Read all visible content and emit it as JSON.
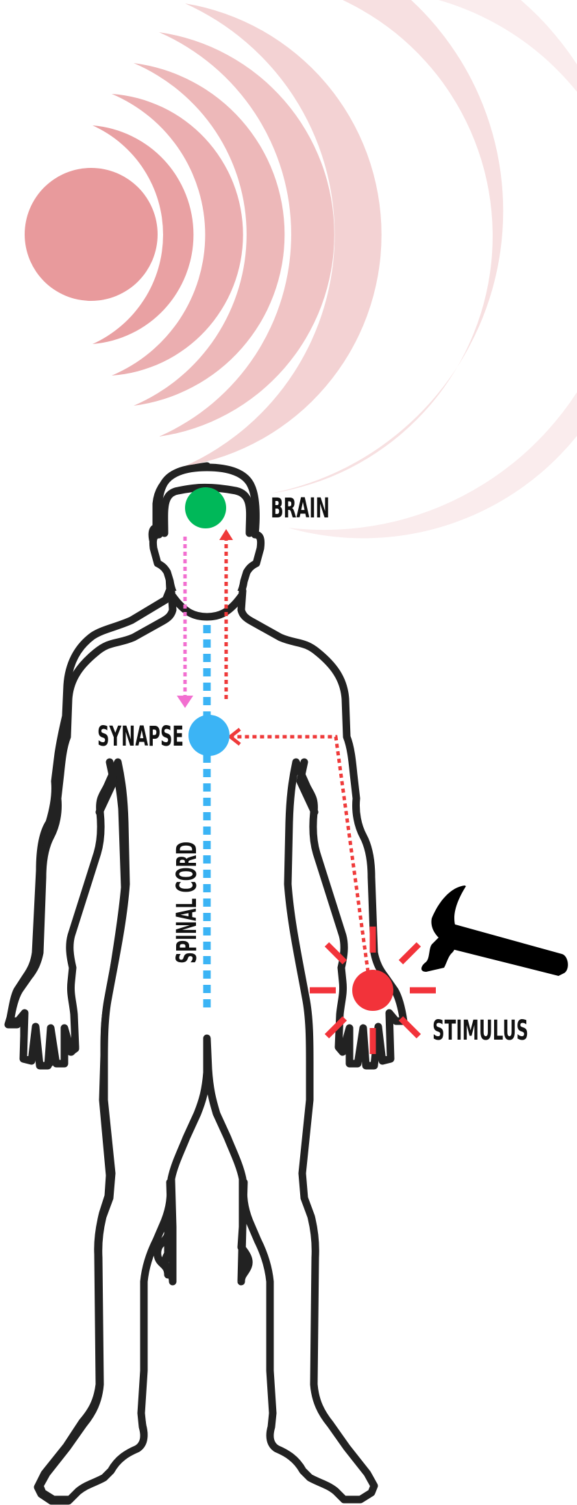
{
  "labels": {
    "brain": "BRAIN",
    "synapse": "SYNAPSE",
    "spinal_cord": "SPINAL CORD",
    "stimulus": "STIMULUS"
  },
  "colors": {
    "brain": "#00b859",
    "synapse": "#3bb4f5",
    "spinal_cord": "#3bb4f5",
    "stimulus": "#f2333a",
    "pathway_out": "#f26fd0",
    "pathway_in": "#ef3a3a",
    "signal_waves": "#e58f92",
    "outline": "#222222"
  },
  "icons": [
    "signal-wave-icon",
    "hammer-icon",
    "impact-burst-icon"
  ]
}
